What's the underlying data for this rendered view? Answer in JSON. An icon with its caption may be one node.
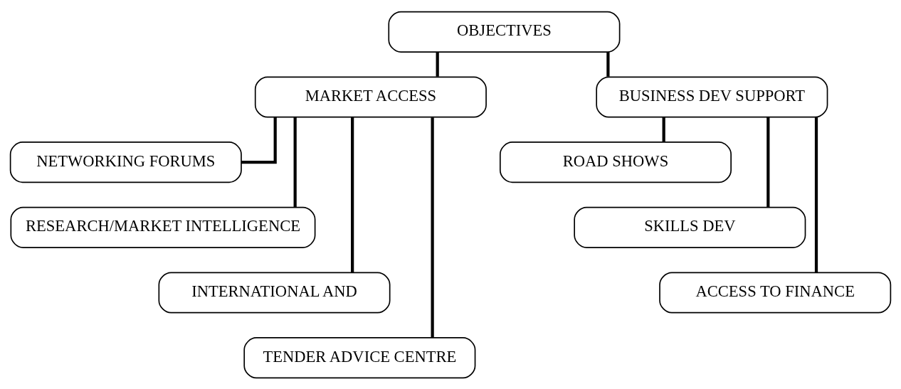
{
  "diagram": {
    "nodes": [
      {
        "text": [
          "OBJECTIVES"
        ]
      },
      {
        "text": [
          "MARKET ACCESS"
        ]
      },
      {
        "text": [
          "BUSINESS DEV SUPPORT"
        ]
      },
      {
        "text": [
          "NETWORKING FORUMS"
        ]
      },
      {
        "text": [
          "RESEARCH/MARKET INTELLIGENCE"
        ]
      },
      {
        "text": [
          "INTERNATIONAL AND"
        ]
      },
      {
        "text": [
          "TENDER ADVICE CENTRE"
        ]
      },
      {
        "text": [
          "ROAD SHOWS"
        ]
      },
      {
        "text": [
          "SKILLS DEV"
        ]
      },
      {
        "text": [
          "ACCESS TO FINANCE"
        ]
      }
    ],
    "edges": [
      {
        "from": 0,
        "to": 1,
        "arrow": "none"
      },
      {
        "from": 0,
        "to": 2,
        "arrow": "none"
      },
      {
        "from": 1,
        "to": 3,
        "arrow": "none"
      },
      {
        "from": 1,
        "to": 4,
        "arrow": "none"
      },
      {
        "from": 1,
        "to": 5,
        "arrow": "none"
      },
      {
        "from": 1,
        "to": 6,
        "arrow": "none"
      },
      {
        "from": 2,
        "to": 7,
        "arrow": "none"
      },
      {
        "from": 2,
        "to": 8,
        "arrow": "none"
      },
      {
        "from": 2,
        "to": 9,
        "arrow": "none"
      }
    ]
  }
}
